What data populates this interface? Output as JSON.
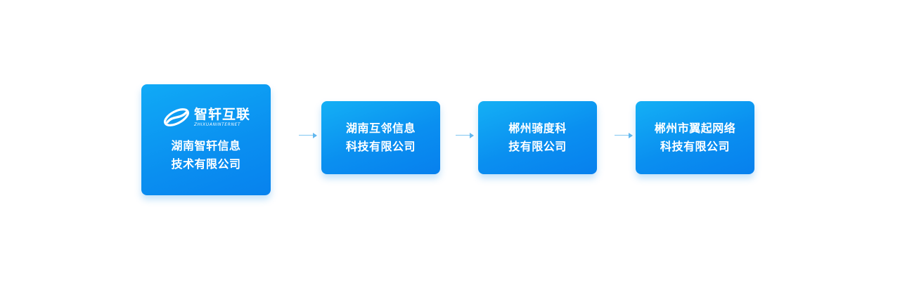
{
  "main_card": {
    "logo": {
      "name_cn": "智轩互联",
      "name_en": "ZHIXUANINTERNET"
    },
    "lines": [
      "湖南智轩信息",
      "技术有限公司"
    ]
  },
  "cards": [
    {
      "lines": [
        "湖南互邻信息",
        "科技有限公司"
      ]
    },
    {
      "lines": [
        "郴州骑度科",
        "技有限公司"
      ]
    },
    {
      "lines": [
        "郴州市翼起网络",
        "科技有限公司"
      ]
    }
  ],
  "colors": {
    "card_gradient_start": "#14b0f5",
    "card_gradient_end": "#0780ee",
    "arrow": "#62b8ef",
    "text": "#ffffff"
  }
}
